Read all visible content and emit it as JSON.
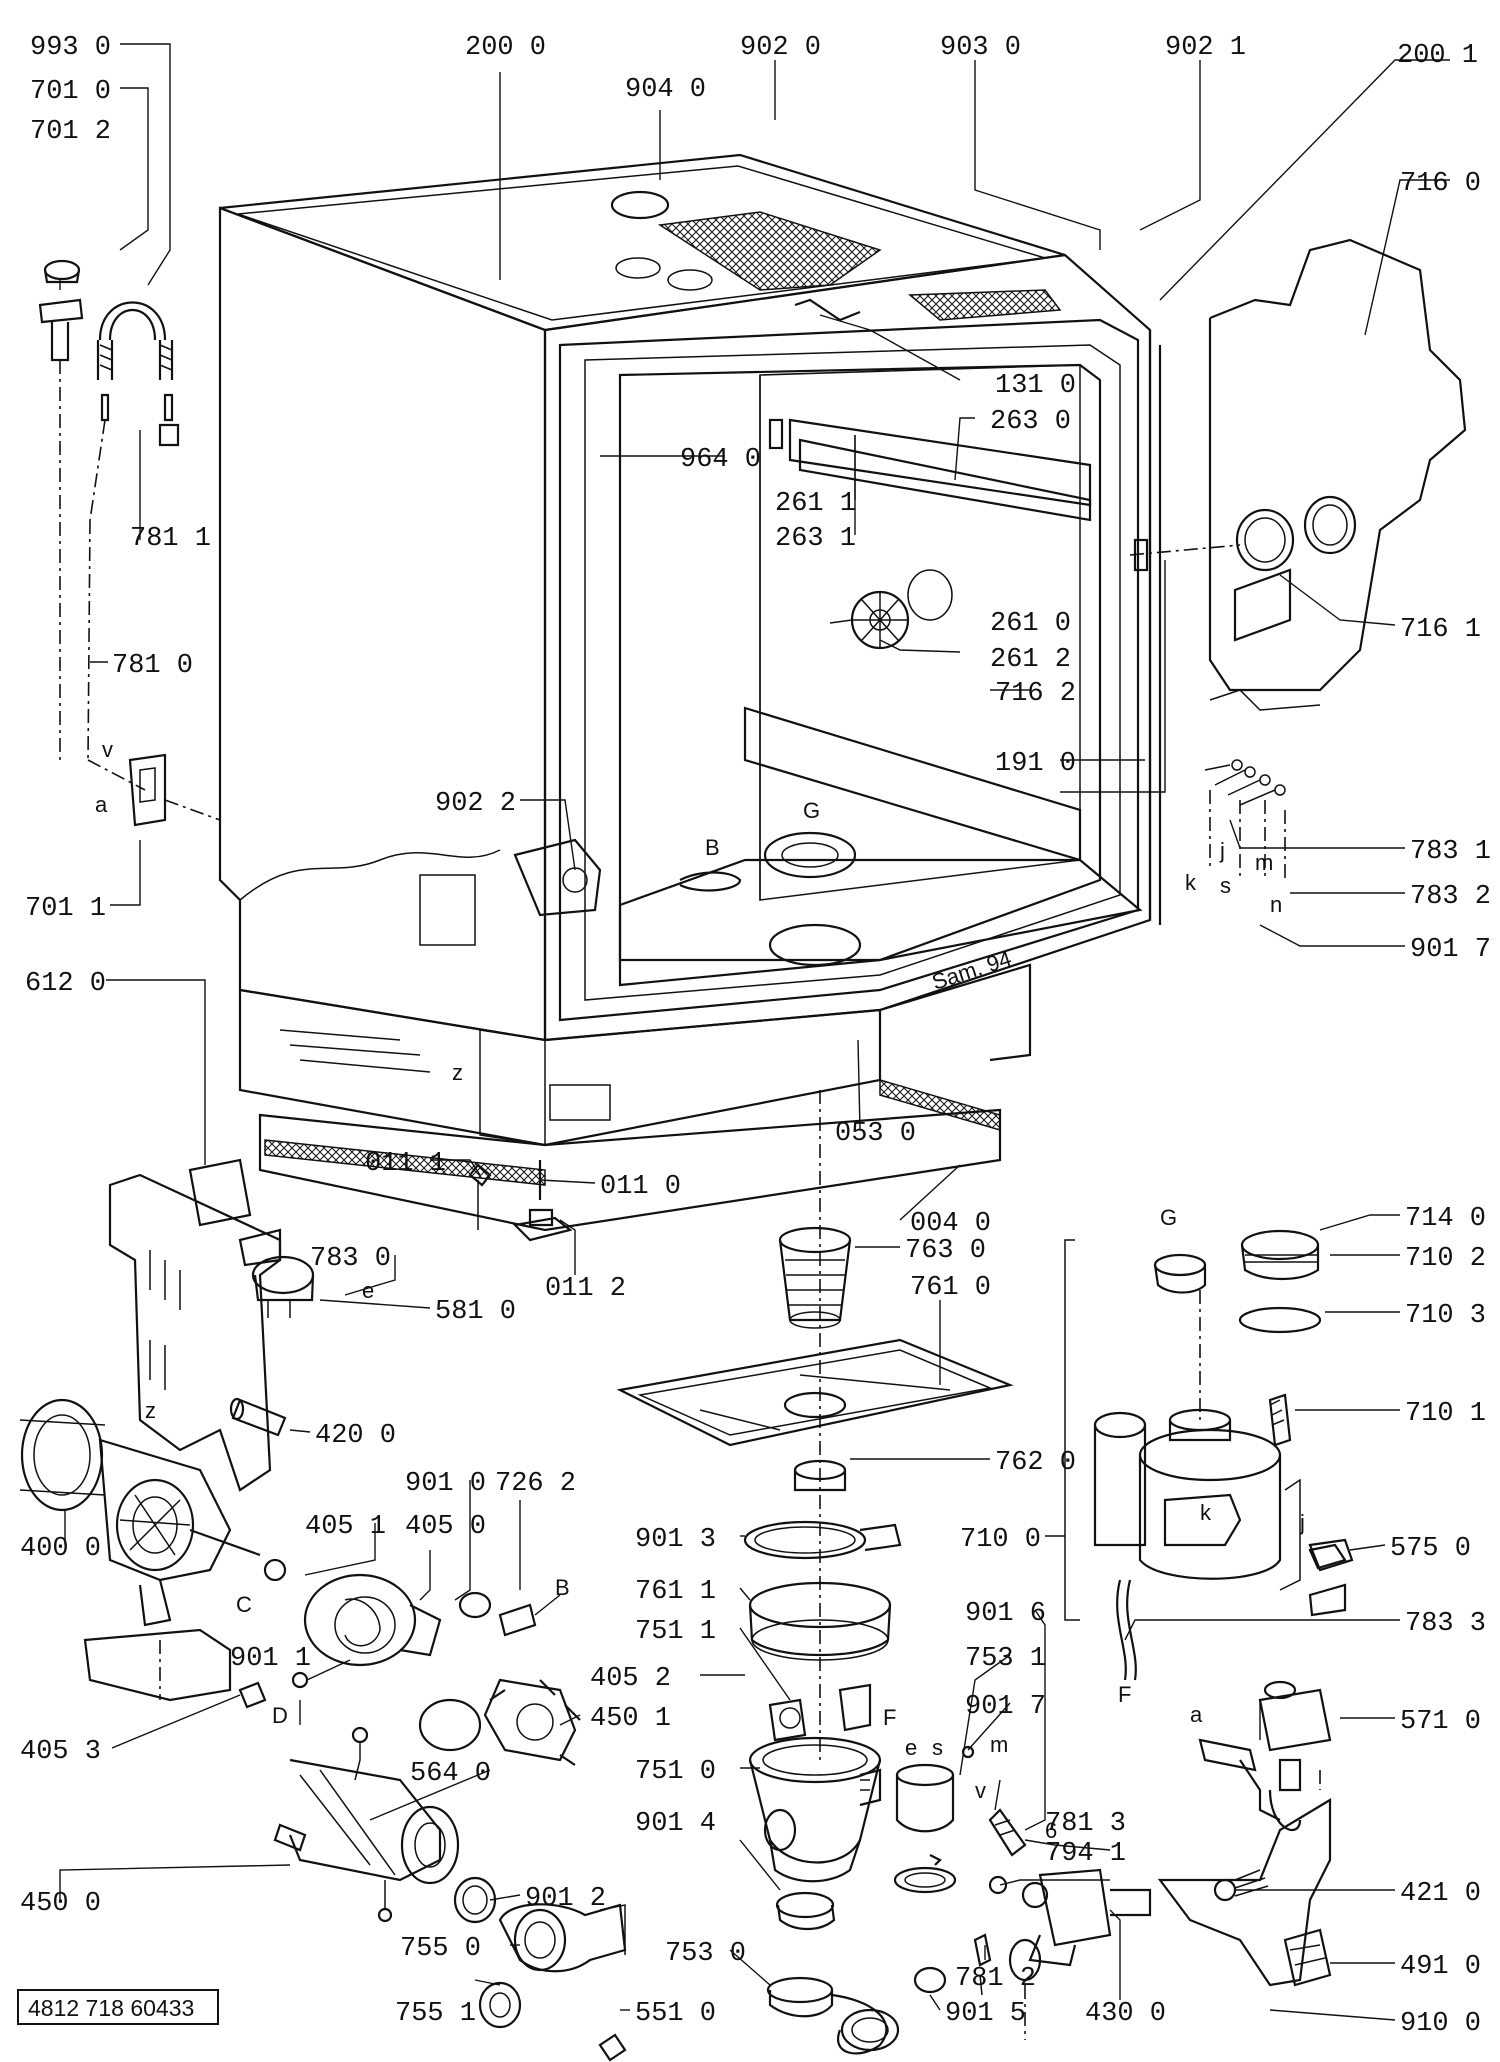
{
  "document_code": "4812 718 60433",
  "labels": [
    {
      "id": "993-0",
      "text": "993 0"
    },
    {
      "id": "701-0",
      "text": "701 0"
    },
    {
      "id": "701-2",
      "text": "701 2"
    },
    {
      "id": "200-0",
      "text": "200 0"
    },
    {
      "id": "904-0",
      "text": "904 0"
    },
    {
      "id": "902-0",
      "text": "902 0"
    },
    {
      "id": "903-0",
      "text": "903 0"
    },
    {
      "id": "902-1",
      "text": "902 1"
    },
    {
      "id": "200-1",
      "text": "200 1"
    },
    {
      "id": "716-0",
      "text": "716 0"
    },
    {
      "id": "131-0",
      "text": "131 0"
    },
    {
      "id": "263-0",
      "text": "263 0"
    },
    {
      "id": "964-0",
      "text": "964 0"
    },
    {
      "id": "261-1",
      "text": "261 1"
    },
    {
      "id": "263-1",
      "text": "263 1"
    },
    {
      "id": "781-1",
      "text": "781 1"
    },
    {
      "id": "716-1",
      "text": "716 1"
    },
    {
      "id": "261-0",
      "text": "261 0"
    },
    {
      "id": "261-2",
      "text": "261 2"
    },
    {
      "id": "781-0",
      "text": "781 0"
    },
    {
      "id": "716-2",
      "text": "716 2"
    },
    {
      "id": "191-0",
      "text": "191 0"
    },
    {
      "id": "902-2",
      "text": "902 2"
    },
    {
      "id": "783-1",
      "text": "783 1"
    },
    {
      "id": "701-1",
      "text": "701 1"
    },
    {
      "id": "783-2",
      "text": "783 2"
    },
    {
      "id": "901-7a",
      "text": "901 7"
    },
    {
      "id": "612-0",
      "text": "612 0"
    },
    {
      "id": "053-0",
      "text": "053 0"
    },
    {
      "id": "011-1",
      "text": "011 1"
    },
    {
      "id": "011-0",
      "text": "011 0"
    },
    {
      "id": "004-0",
      "text": "004 0"
    },
    {
      "id": "714-0",
      "text": "714 0"
    },
    {
      "id": "783-0",
      "text": "783 0"
    },
    {
      "id": "011-2",
      "text": "011 2"
    },
    {
      "id": "763-0",
      "text": "763 0"
    },
    {
      "id": "710-2",
      "text": "710 2"
    },
    {
      "id": "581-0",
      "text": "581 0"
    },
    {
      "id": "761-0",
      "text": "761 0"
    },
    {
      "id": "710-3",
      "text": "710 3"
    },
    {
      "id": "710-1",
      "text": "710 1"
    },
    {
      "id": "420-0",
      "text": "420 0"
    },
    {
      "id": "762-0",
      "text": "762 0"
    },
    {
      "id": "901-0",
      "text": "901 0"
    },
    {
      "id": "726-2",
      "text": "726 2"
    },
    {
      "id": "405-1",
      "text": "405 1"
    },
    {
      "id": "405-0",
      "text": "405 0"
    },
    {
      "id": "901-3",
      "text": "901 3"
    },
    {
      "id": "710-0",
      "text": "710 0"
    },
    {
      "id": "575-0",
      "text": "575 0"
    },
    {
      "id": "400-0",
      "text": "400 0"
    },
    {
      "id": "761-1",
      "text": "761 1"
    },
    {
      "id": "901-6",
      "text": "901 6"
    },
    {
      "id": "783-3",
      "text": "783 3"
    },
    {
      "id": "751-1",
      "text": "751 1"
    },
    {
      "id": "753-1",
      "text": "753 1"
    },
    {
      "id": "901-1",
      "text": "901 1"
    },
    {
      "id": "405-2",
      "text": "405 2"
    },
    {
      "id": "450-1",
      "text": "450 1"
    },
    {
      "id": "901-7b",
      "text": "901 7"
    },
    {
      "id": "571-0",
      "text": "571 0"
    },
    {
      "id": "405-3",
      "text": "405 3"
    },
    {
      "id": "751-0",
      "text": "751 0"
    },
    {
      "id": "564-0",
      "text": "564 0"
    },
    {
      "id": "901-4",
      "text": "901 4"
    },
    {
      "id": "781-3",
      "text": "781 3"
    },
    {
      "id": "794-1",
      "text": "794 1"
    },
    {
      "id": "901-2",
      "text": "901 2"
    },
    {
      "id": "421-0",
      "text": "421 0"
    },
    {
      "id": "450-0",
      "text": "450 0"
    },
    {
      "id": "755-0",
      "text": "755 0"
    },
    {
      "id": "753-0",
      "text": "753 0"
    },
    {
      "id": "491-0",
      "text": "491 0"
    },
    {
      "id": "781-2",
      "text": "781 2"
    },
    {
      "id": "755-1",
      "text": "755 1"
    },
    {
      "id": "551-0",
      "text": "551 0"
    },
    {
      "id": "901-5",
      "text": "901 5"
    },
    {
      "id": "430-0",
      "text": "430 0"
    },
    {
      "id": "910-0",
      "text": "910 0"
    }
  ],
  "letters": [
    {
      "id": "v1",
      "text": "v"
    },
    {
      "id": "a1",
      "text": "a"
    },
    {
      "id": "B1",
      "text": "B"
    },
    {
      "id": "G1",
      "text": "G"
    },
    {
      "id": "k1",
      "text": "k"
    },
    {
      "id": "j1",
      "text": "j"
    },
    {
      "id": "s1",
      "text": "s"
    },
    {
      "id": "m1",
      "text": "m"
    },
    {
      "id": "n1",
      "text": "n"
    },
    {
      "id": "z1",
      "text": "z"
    },
    {
      "id": "z2",
      "text": "z"
    },
    {
      "id": "e1",
      "text": "e"
    },
    {
      "id": "G2",
      "text": "G"
    },
    {
      "id": "k2",
      "text": "k"
    },
    {
      "id": "j2",
      "text": "j"
    },
    {
      "id": "C1",
      "text": "C"
    },
    {
      "id": "B2",
      "text": "B"
    },
    {
      "id": "D1",
      "text": "D"
    },
    {
      "id": "F1",
      "text": "F"
    },
    {
      "id": "F2",
      "text": "F"
    },
    {
      "id": "e2",
      "text": "e"
    },
    {
      "id": "s2",
      "text": "s"
    },
    {
      "id": "m2",
      "text": "m"
    },
    {
      "id": "v2",
      "text": "v"
    },
    {
      "id": "a2",
      "text": "a"
    },
    {
      "id": "b1",
      "text": "6"
    }
  ],
  "inscription": "Sam. 94"
}
